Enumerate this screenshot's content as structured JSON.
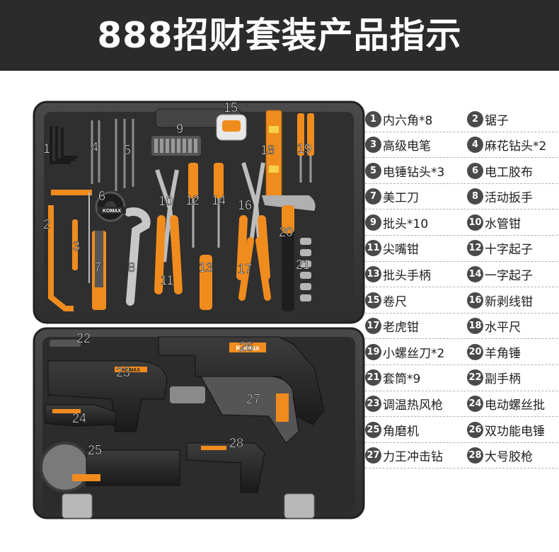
{
  "header": {
    "title": "888招财套装产品指示"
  },
  "product_image": {
    "case_labels": [
      "1",
      "2",
      "3",
      "4",
      "5",
      "6",
      "7",
      "8",
      "9",
      "10",
      "11",
      "12",
      "13",
      "14",
      "15",
      "16",
      "17",
      "18",
      "19",
      "20",
      "21",
      "22",
      "23",
      "24",
      "25",
      "26",
      "27",
      "28"
    ],
    "brand_marks": [
      "KOMAX",
      "Komax"
    ],
    "accent_color": "#f08c1e",
    "case_color": "#3a3a3a"
  },
  "parts": [
    {
      "num": "1",
      "name": "内六角*8"
    },
    {
      "num": "2",
      "name": "锯子"
    },
    {
      "num": "3",
      "name": "高级电笔"
    },
    {
      "num": "4",
      "name": "麻花钻头*2"
    },
    {
      "num": "5",
      "name": "电锤钻头*3"
    },
    {
      "num": "6",
      "name": "电工胶布"
    },
    {
      "num": "7",
      "name": "美工刀"
    },
    {
      "num": "8",
      "name": "活动扳手"
    },
    {
      "num": "9",
      "name": "批头*10"
    },
    {
      "num": "10",
      "name": "水管钳"
    },
    {
      "num": "11",
      "name": "尖嘴钳"
    },
    {
      "num": "12",
      "name": "十字起子"
    },
    {
      "num": "13",
      "name": "批头手柄"
    },
    {
      "num": "14",
      "name": "一字起子"
    },
    {
      "num": "15",
      "name": "卷尺"
    },
    {
      "num": "16",
      "name": "新剥线钳"
    },
    {
      "num": "17",
      "name": "老虎钳"
    },
    {
      "num": "18",
      "name": "水平尺"
    },
    {
      "num": "19",
      "name": "小螺丝刀*2"
    },
    {
      "num": "20",
      "name": "羊角锤"
    },
    {
      "num": "21",
      "name": "套筒*9"
    },
    {
      "num": "22",
      "name": "副手柄"
    },
    {
      "num": "23",
      "name": "调温热风枪"
    },
    {
      "num": "24",
      "name": "电动螺丝批"
    },
    {
      "num": "25",
      "name": "角磨机"
    },
    {
      "num": "26",
      "name": "双功能电锤"
    },
    {
      "num": "27",
      "name": "力王冲击钻"
    },
    {
      "num": "28",
      "name": "大号胶枪"
    }
  ]
}
